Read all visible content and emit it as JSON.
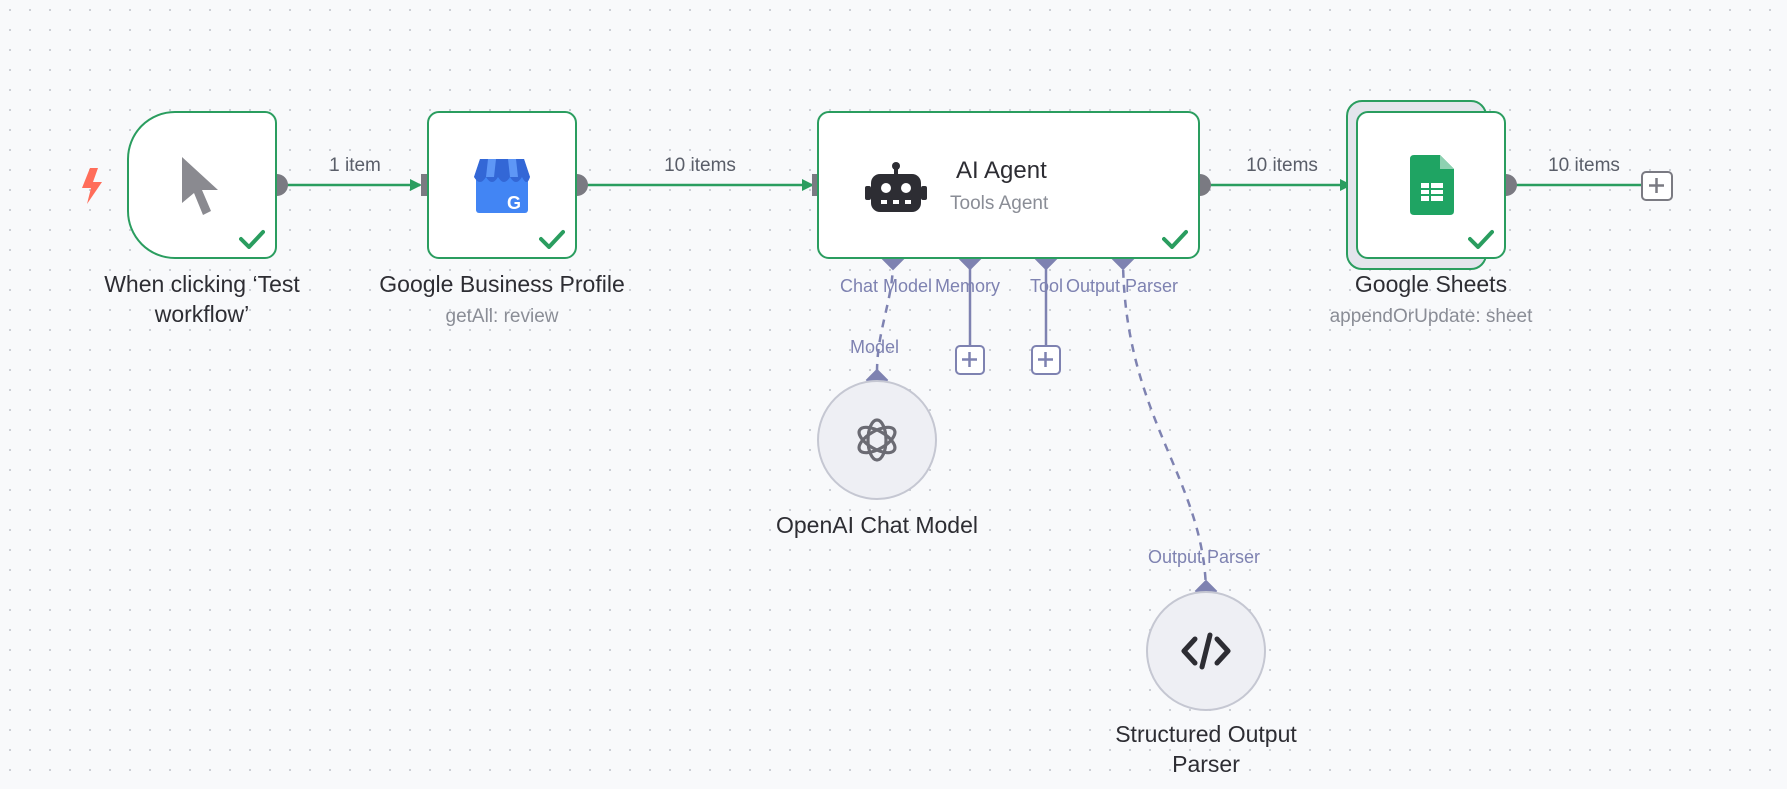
{
  "colors": {
    "success": "#2a9d5f",
    "port": "#7e82b1",
    "trigger": "#ff6d5a"
  },
  "nodes": {
    "trigger": {
      "label": "When clicking ‘Test workflow’",
      "icon": "cursor-icon",
      "status": "success"
    },
    "gbp": {
      "label": "Google Business Profile",
      "subtitle": "getAll: review",
      "icon": "google-business-icon",
      "status": "success"
    },
    "agent": {
      "title": "AI Agent",
      "subtitle": "Tools Agent",
      "icon": "robot-icon",
      "status": "success"
    },
    "sheets": {
      "label": "Google Sheets",
      "subtitle": "appendOrUpdate: sheet",
      "icon": "google-sheets-icon",
      "status": "success"
    },
    "openai": {
      "label": "OpenAI Chat Model",
      "icon": "openai-icon"
    },
    "parser": {
      "label": "Structured Output Parser",
      "icon": "code-icon"
    }
  },
  "edges": {
    "trigger_to_gbp": "1 item",
    "gbp_to_agent": "10 items",
    "agent_to_sheets": "10 items",
    "sheets_out": "10 items"
  },
  "agent_ports": {
    "chat_model": "Chat Model",
    "memory": "Memory",
    "tool": "Tool",
    "output_parser": "Output Parser"
  },
  "sub_ports": {
    "model": "Model",
    "output_parser": "Output Parser"
  }
}
